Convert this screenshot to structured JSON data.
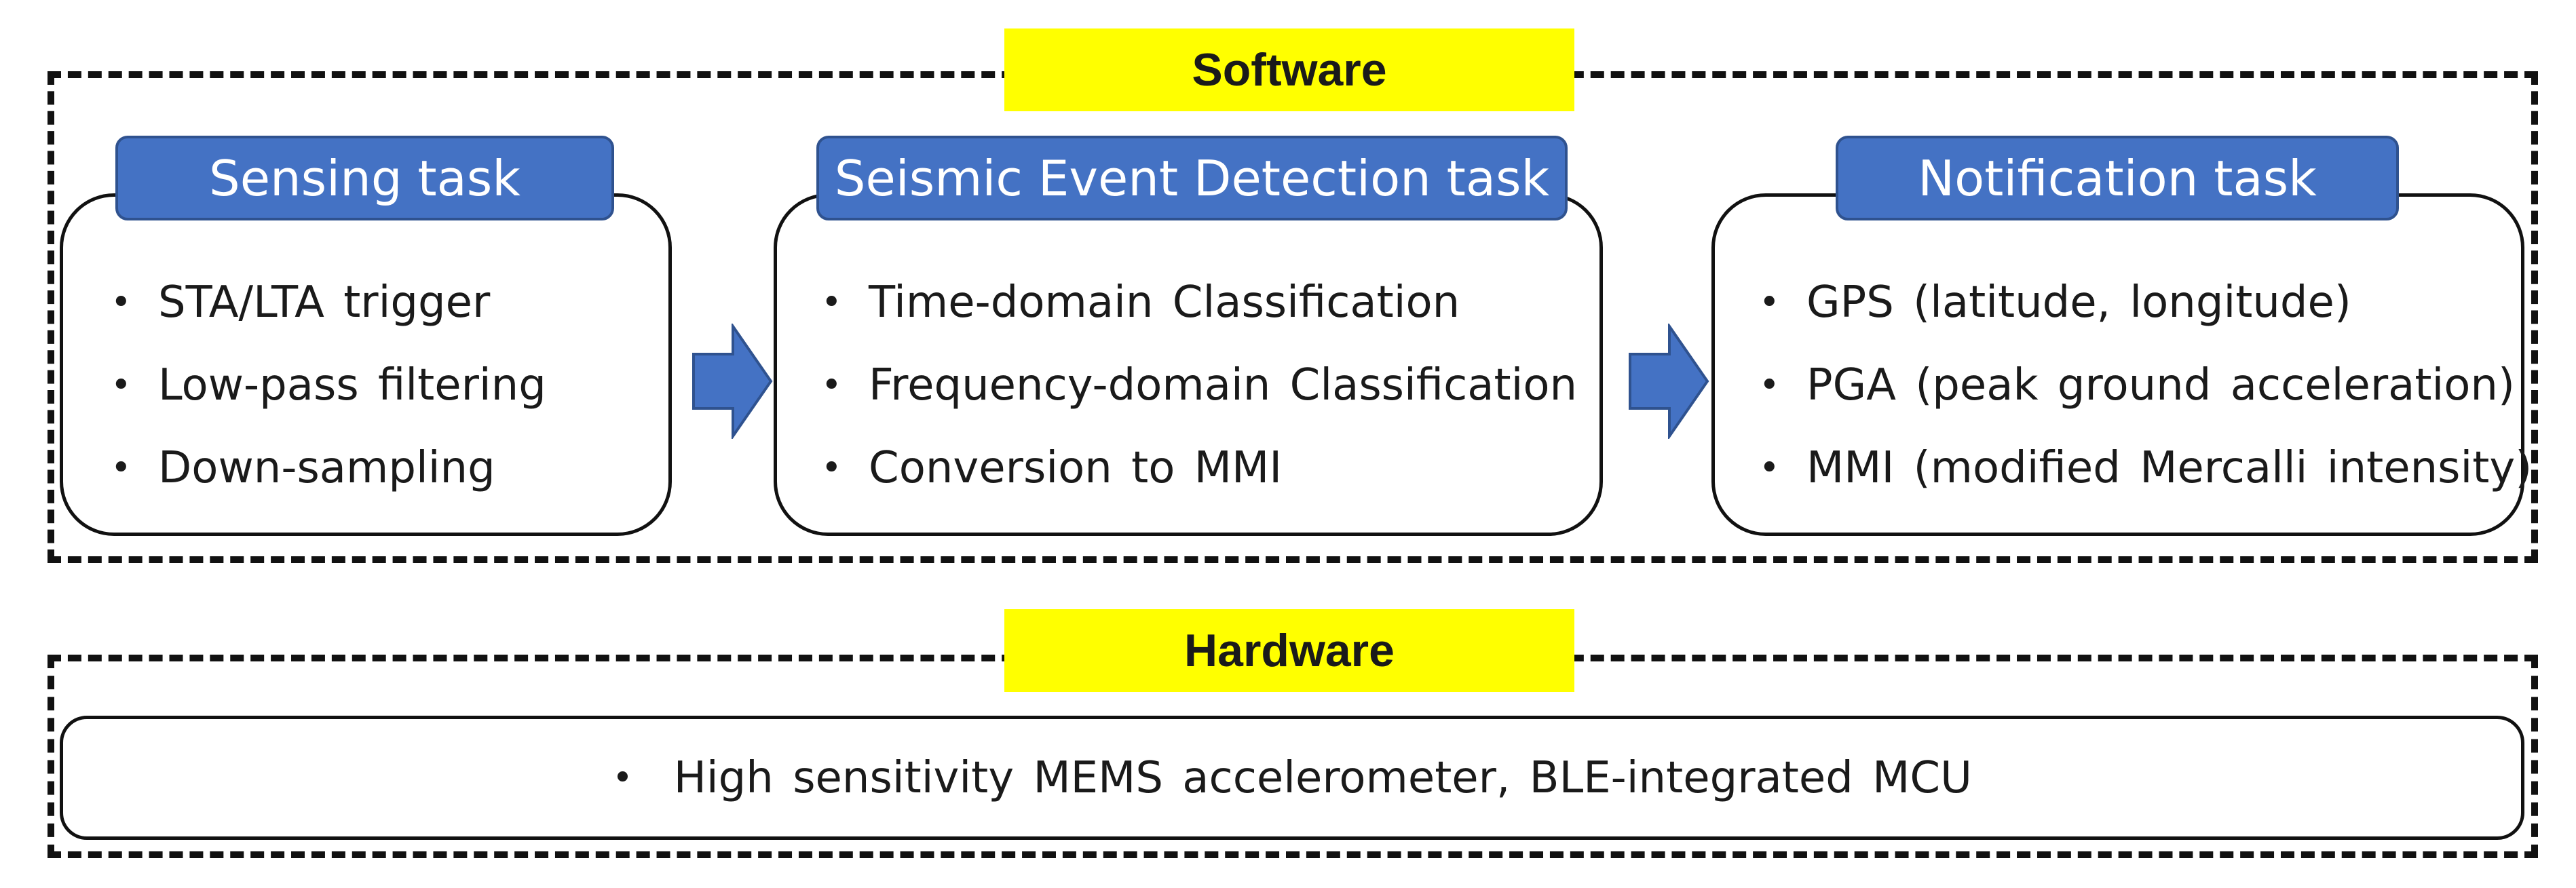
{
  "software": {
    "label": "Software",
    "tasks": [
      {
        "title": "Sensing task",
        "items": [
          "STA/LTA trigger",
          "Low-pass filtering",
          "Down-sampling"
        ]
      },
      {
        "title": "Seismic Event Detection task",
        "items": [
          "Time-domain Classification",
          "Frequency-domain Classification",
          "Conversion to MMI"
        ]
      },
      {
        "title": "Notification task",
        "items": [
          "GPS (latitude, longitude)",
          "PGA (peak ground acceleration)",
          "MMI (modified Mercalli intensity)"
        ]
      }
    ]
  },
  "hardware": {
    "label": "Hardware",
    "items": [
      "High sensitivity MEMS accelerometer, BLE-integrated MCU"
    ]
  },
  "bullet": "•",
  "colors": {
    "section_label_bg": "#ffff00",
    "task_title_bg": "#4472c4",
    "arrow_fill": "#4472c4"
  }
}
